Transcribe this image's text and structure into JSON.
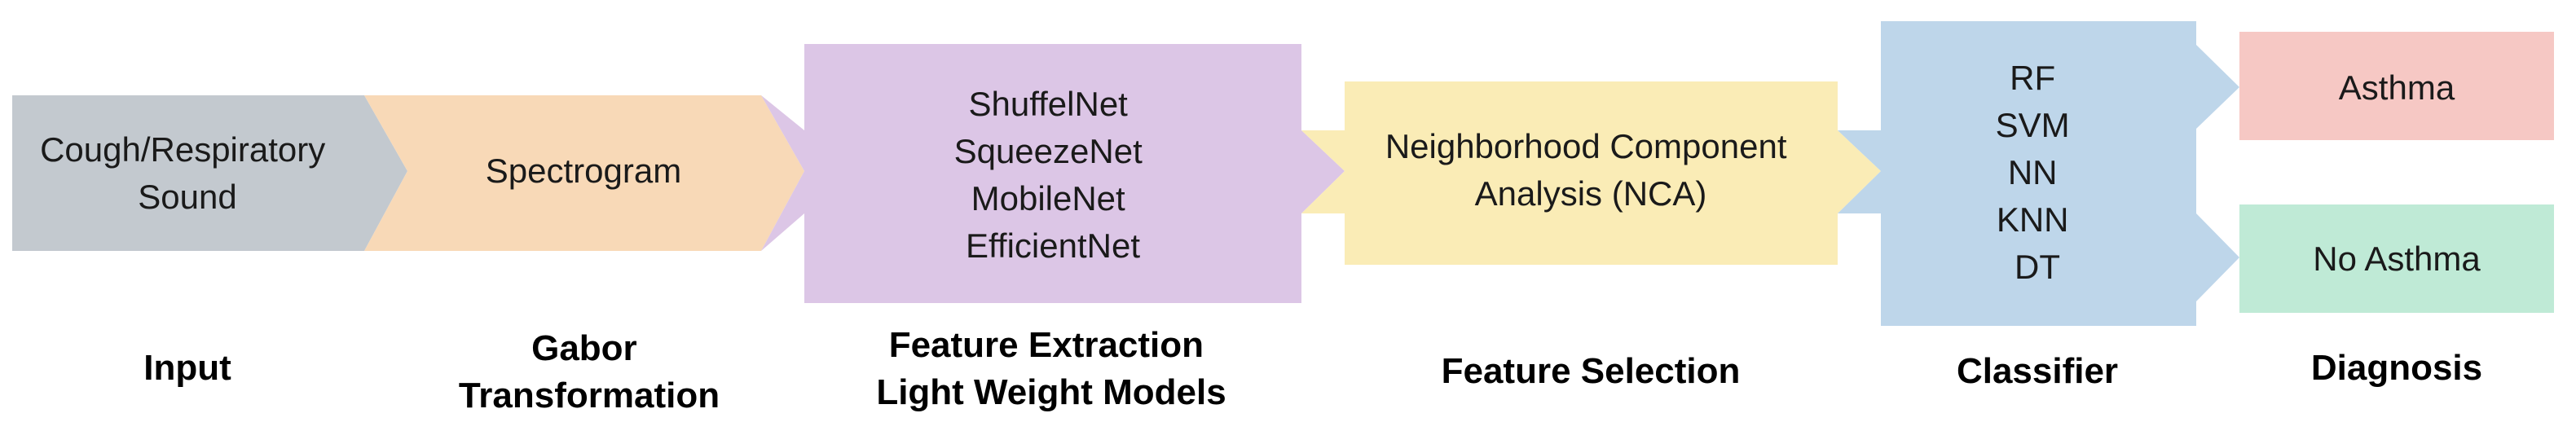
{
  "diagram": {
    "boxes": {
      "input": {
        "lines": [
          "Cough/Respiratory",
          "Sound"
        ],
        "color": "#c3c9cf"
      },
      "spectrogram": {
        "lines": [
          "Spectrogram"
        ],
        "color": "#f8d9b7"
      },
      "models": {
        "lines": [
          "ShuffelNet",
          "SqueezeNet",
          "MobileNet",
          "EfficientNet"
        ],
        "color": "#dcc6e6"
      },
      "nca": {
        "lines": [
          "Neighborhood Component",
          "Analysis (NCA)"
        ],
        "color": "#faecb6"
      },
      "classifiers": {
        "lines": [
          "RF",
          "SVM",
          "NN",
          "KNN",
          "DT"
        ],
        "color": "#bed6ea"
      },
      "asthma": {
        "lines": [
          "Asthma"
        ],
        "color": "#f6c8c4"
      },
      "no_asthma": {
        "lines": [
          "No Asthma"
        ],
        "color": "#bfead6"
      }
    },
    "stages": {
      "input": [
        "Input"
      ],
      "gabor": [
        "Gabor",
        "Transformation"
      ],
      "feature_extraction": [
        "Feature Extraction",
        "Light Weight Models"
      ],
      "feature_selection": [
        "Feature Selection"
      ],
      "classifier": [
        "Classifier"
      ],
      "diagnosis": [
        "Diagnosis"
      ]
    }
  }
}
